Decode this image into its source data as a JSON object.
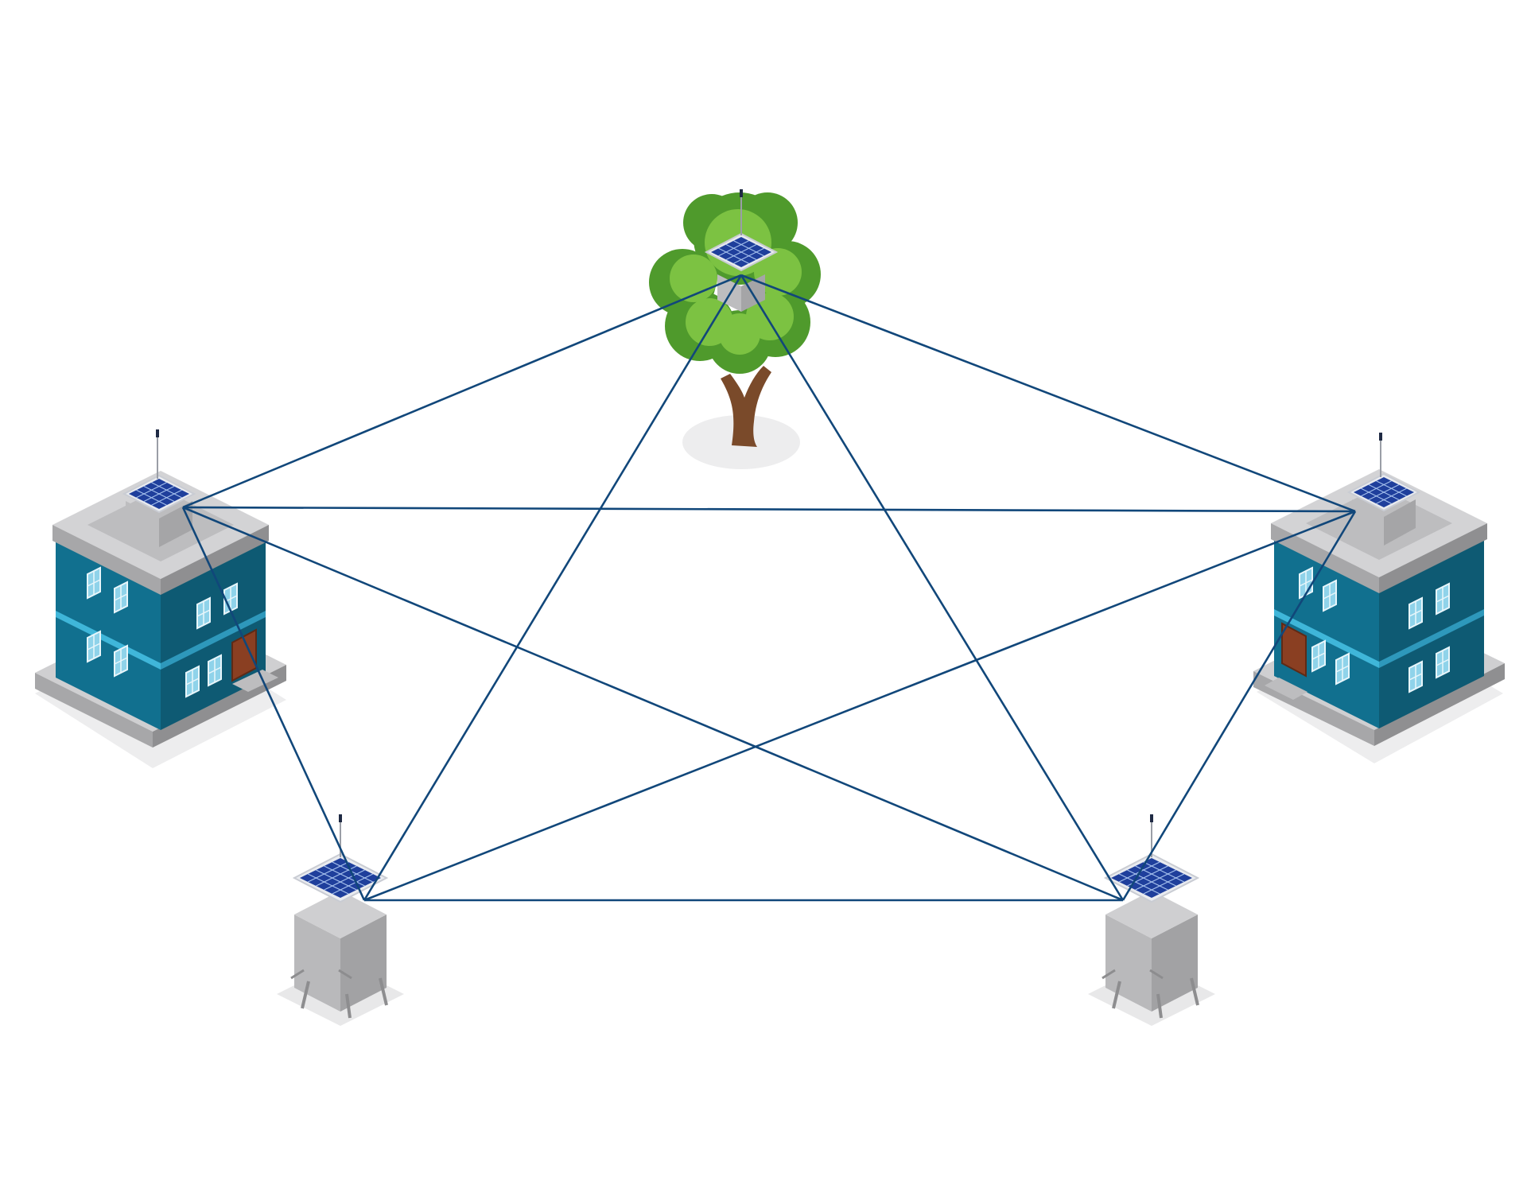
{
  "title": "",
  "colors": {
    "background": "#ffffff",
    "link": "#11477a",
    "building_wall_front": "#11708f",
    "building_wall_side": "#0e5a73",
    "building_stripe": "#3fb6d9",
    "roof": "#b9b9bb",
    "roof_light": "#d3d3d5",
    "base": "#a7a7a9",
    "base_light": "#cfcfd1",
    "shadow": "#ededee",
    "window": "#8fd3ea",
    "door": "#8a3f22",
    "solar_panel": "#1f3f9c",
    "solar_grid": "#a7c2ee",
    "box_front": "#b6b6b8",
    "box_side": "#9d9d9f",
    "antenna": "#9a9ea6",
    "foliage_dark": "#4f9a2c",
    "foliage_light": "#7cc242",
    "trunk": "#7a4a2a"
  },
  "nodes": [
    {
      "id": "tree-node",
      "kind": "tree",
      "icon": "tree-with-solar-sensor-icon"
    },
    {
      "id": "left-building-node",
      "kind": "building",
      "icon": "building-with-solar-sensor-icon"
    },
    {
      "id": "right-building-node",
      "kind": "building",
      "icon": "building-with-solar-sensor-icon"
    },
    {
      "id": "bottom-left-node",
      "kind": "ground-station",
      "icon": "solar-sensor-box-icon"
    },
    {
      "id": "bottom-right-node",
      "kind": "ground-station",
      "icon": "solar-sensor-box-icon"
    }
  ],
  "links": [
    [
      "tree-node",
      "left-building-node"
    ],
    [
      "tree-node",
      "right-building-node"
    ],
    [
      "tree-node",
      "bottom-left-node"
    ],
    [
      "tree-node",
      "bottom-right-node"
    ],
    [
      "left-building-node",
      "right-building-node"
    ],
    [
      "left-building-node",
      "bottom-left-node"
    ],
    [
      "left-building-node",
      "bottom-right-node"
    ],
    [
      "right-building-node",
      "bottom-left-node"
    ],
    [
      "right-building-node",
      "bottom-right-node"
    ],
    [
      "bottom-left-node",
      "bottom-right-node"
    ]
  ]
}
